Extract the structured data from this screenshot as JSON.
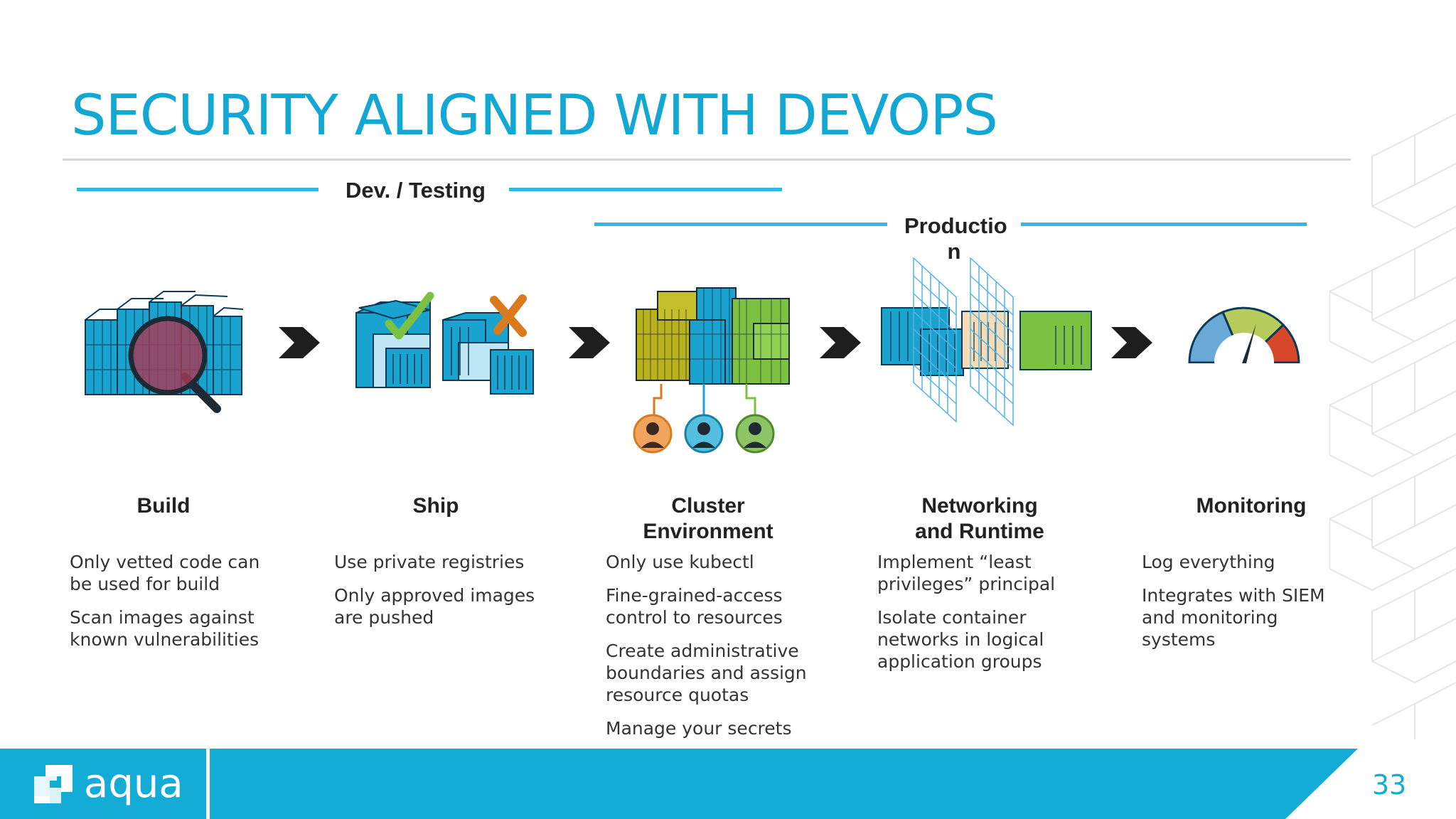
{
  "slide": {
    "title": "SECURITY ALIGNED WITH DEVOPS",
    "page_number": "33",
    "brand": "aqua"
  },
  "phases": {
    "dev": "Dev. / Testing",
    "production_line1": "Productio",
    "production_line2": "n"
  },
  "stages": [
    {
      "title": "Build",
      "items": [
        "Only vetted code can be used for build",
        "Scan images against known vulnerabilities"
      ]
    },
    {
      "title": "Ship",
      "items": [
        "Use private registries",
        "Only approved images are pushed"
      ]
    },
    {
      "title_line1": "Cluster",
      "title_line2": "Environment",
      "items": [
        "Only use kubectl",
        "Fine-grained-access control to resources",
        "Create administrative boundaries and assign resource quotas",
        "Manage your secrets"
      ]
    },
    {
      "title_line1": "Networking",
      "title_line2": "and Runtime",
      "items": [
        "Implement “least privileges” principal",
        "Isolate container networks  in logical application groups"
      ]
    },
    {
      "title": "Monitoring",
      "items": [
        "Log everything",
        "Integrates with SIEM and monitoring systems"
      ]
    }
  ],
  "colors": {
    "accent": "#12a8d3",
    "footer": "#12acd6",
    "phase_line": "#33b9e0",
    "container_blue": "#1aa3cf",
    "container_yellow": "#b8b31c",
    "container_green": "#7cc142",
    "magnifier_red": "#a63a55",
    "check_green": "#7cc142",
    "wrench_orange": "#d97a1e",
    "gauge_blue": "#6aa8d8",
    "gauge_green": "#b7cc5a",
    "gauge_red": "#d9472b"
  },
  "icons": [
    "magnifier-containers-icon",
    "ship-containers-icon",
    "cluster-containers-icon",
    "network-firewall-icon",
    "gauge-icon",
    "chevron-right-icon",
    "aqua-logo-icon"
  ]
}
